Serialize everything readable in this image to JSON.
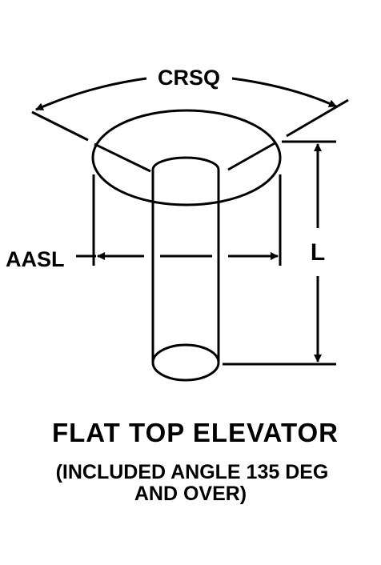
{
  "labels": {
    "crsq": "CRSQ",
    "aasl": "AASL",
    "length": "L"
  },
  "caption": {
    "title": "FLAT TOP ELEVATOR",
    "line1": "(INCLUDED ANGLE 135 DEG",
    "line2": "AND OVER)"
  },
  "colors": {
    "ink": "#000000",
    "paper": "#ffffff"
  }
}
